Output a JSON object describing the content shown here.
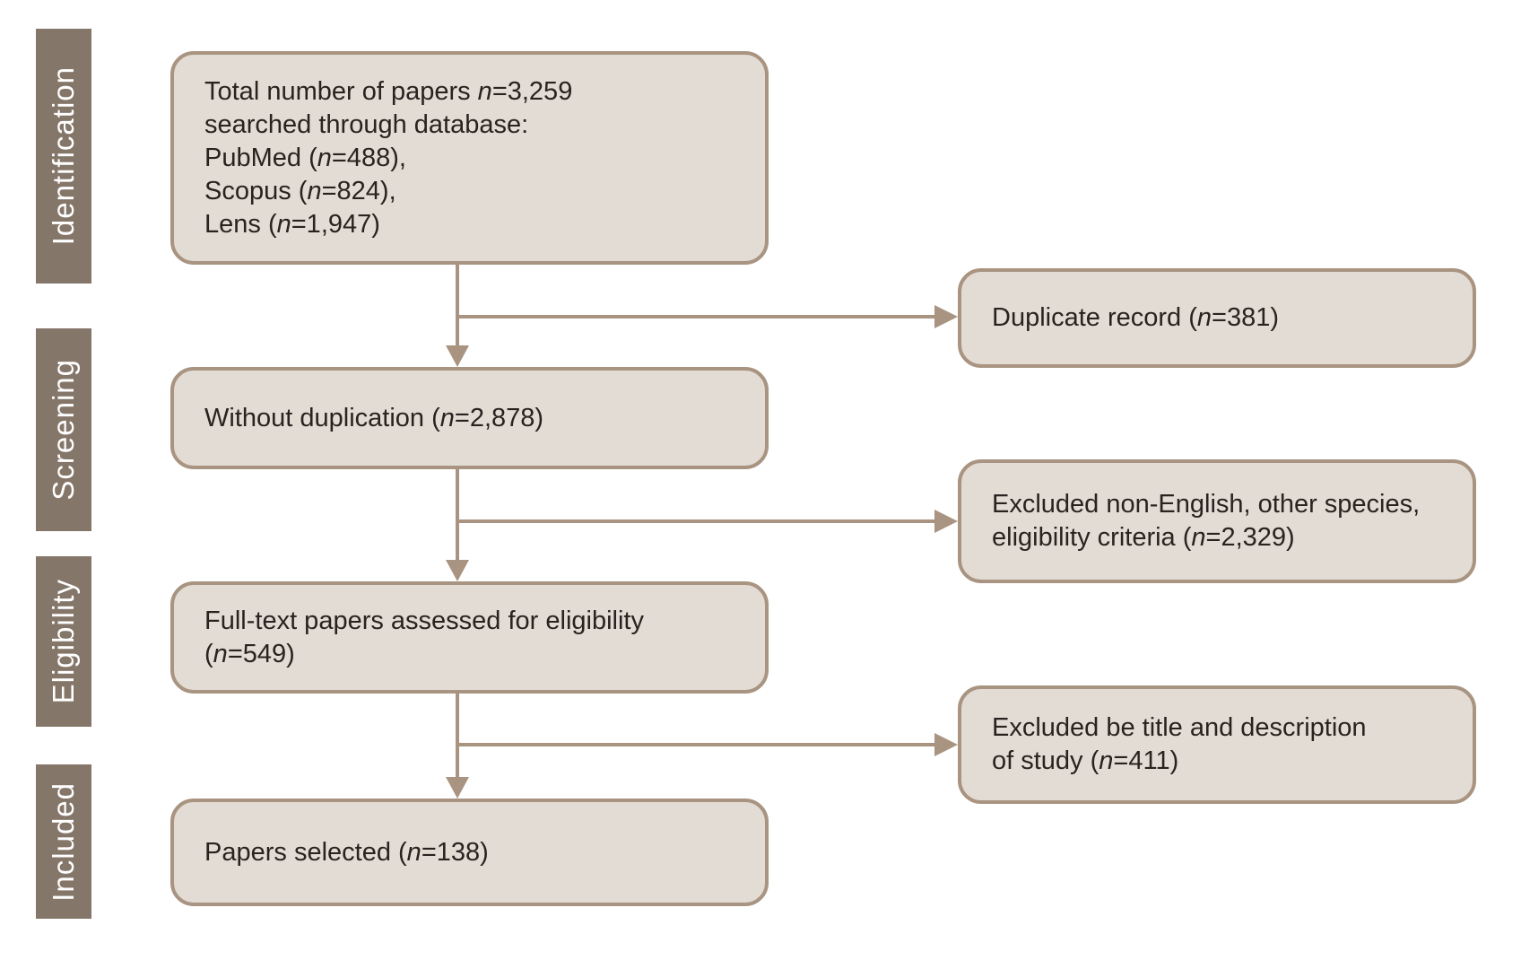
{
  "theme": {
    "background": "#ffffff",
    "stage_bar_color": "#85766a",
    "stage_text_color": "#ffffff",
    "box_fill": "#e3dcd5",
    "box_border": "#a89481",
    "box_text_color": "#28231f",
    "arrow_color": "#a89481"
  },
  "stages": [
    {
      "label": "Identification"
    },
    {
      "label": "Screening"
    },
    {
      "label": "Eligibility"
    },
    {
      "label": "Included"
    }
  ],
  "flow_boxes": {
    "identification": {
      "n_total": "3,259",
      "sources": [
        {
          "name": "PubMed",
          "n": "488"
        },
        {
          "name": "Scopus",
          "n": "824"
        },
        {
          "name": "Lens",
          "n": "1,947"
        }
      ],
      "lines": [
        "Total number of papers *n*=3,259",
        "searched through database:",
        "PubMed (*n*=488),",
        "Scopus (*n*=824),",
        "Lens (*n*=1,947)"
      ]
    },
    "screening": {
      "n": "2,878",
      "lines": [
        "Without duplication (*n*=2,878)"
      ]
    },
    "eligibility": {
      "n": "549",
      "lines": [
        "Full-text papers assessed for eligibility",
        "(*n*=549)"
      ]
    },
    "included": {
      "n": "138",
      "lines": [
        "Papers selected (*n*=138)"
      ]
    }
  },
  "exclusion_boxes": {
    "duplicates": {
      "n": "381",
      "lines": [
        "Duplicate record (*n*=381)"
      ]
    },
    "screening_excluded": {
      "n": "2,329",
      "lines": [
        "Excluded non-English, other species,",
        "eligibility criteria (*n*=2,329)"
      ]
    },
    "eligibility_excluded": {
      "n": "411",
      "lines": [
        "Excluded be title and description",
        "of study (*n*=411)"
      ]
    }
  }
}
